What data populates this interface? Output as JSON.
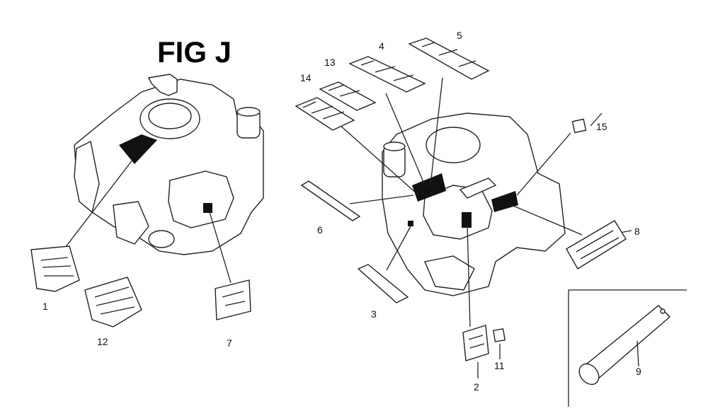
{
  "figure": {
    "title": "FIG J"
  },
  "callouts": [
    "1",
    "2",
    "3",
    "4",
    "5",
    "6",
    "7",
    "8",
    "9",
    "11",
    "12",
    "13",
    "14",
    "15"
  ]
}
